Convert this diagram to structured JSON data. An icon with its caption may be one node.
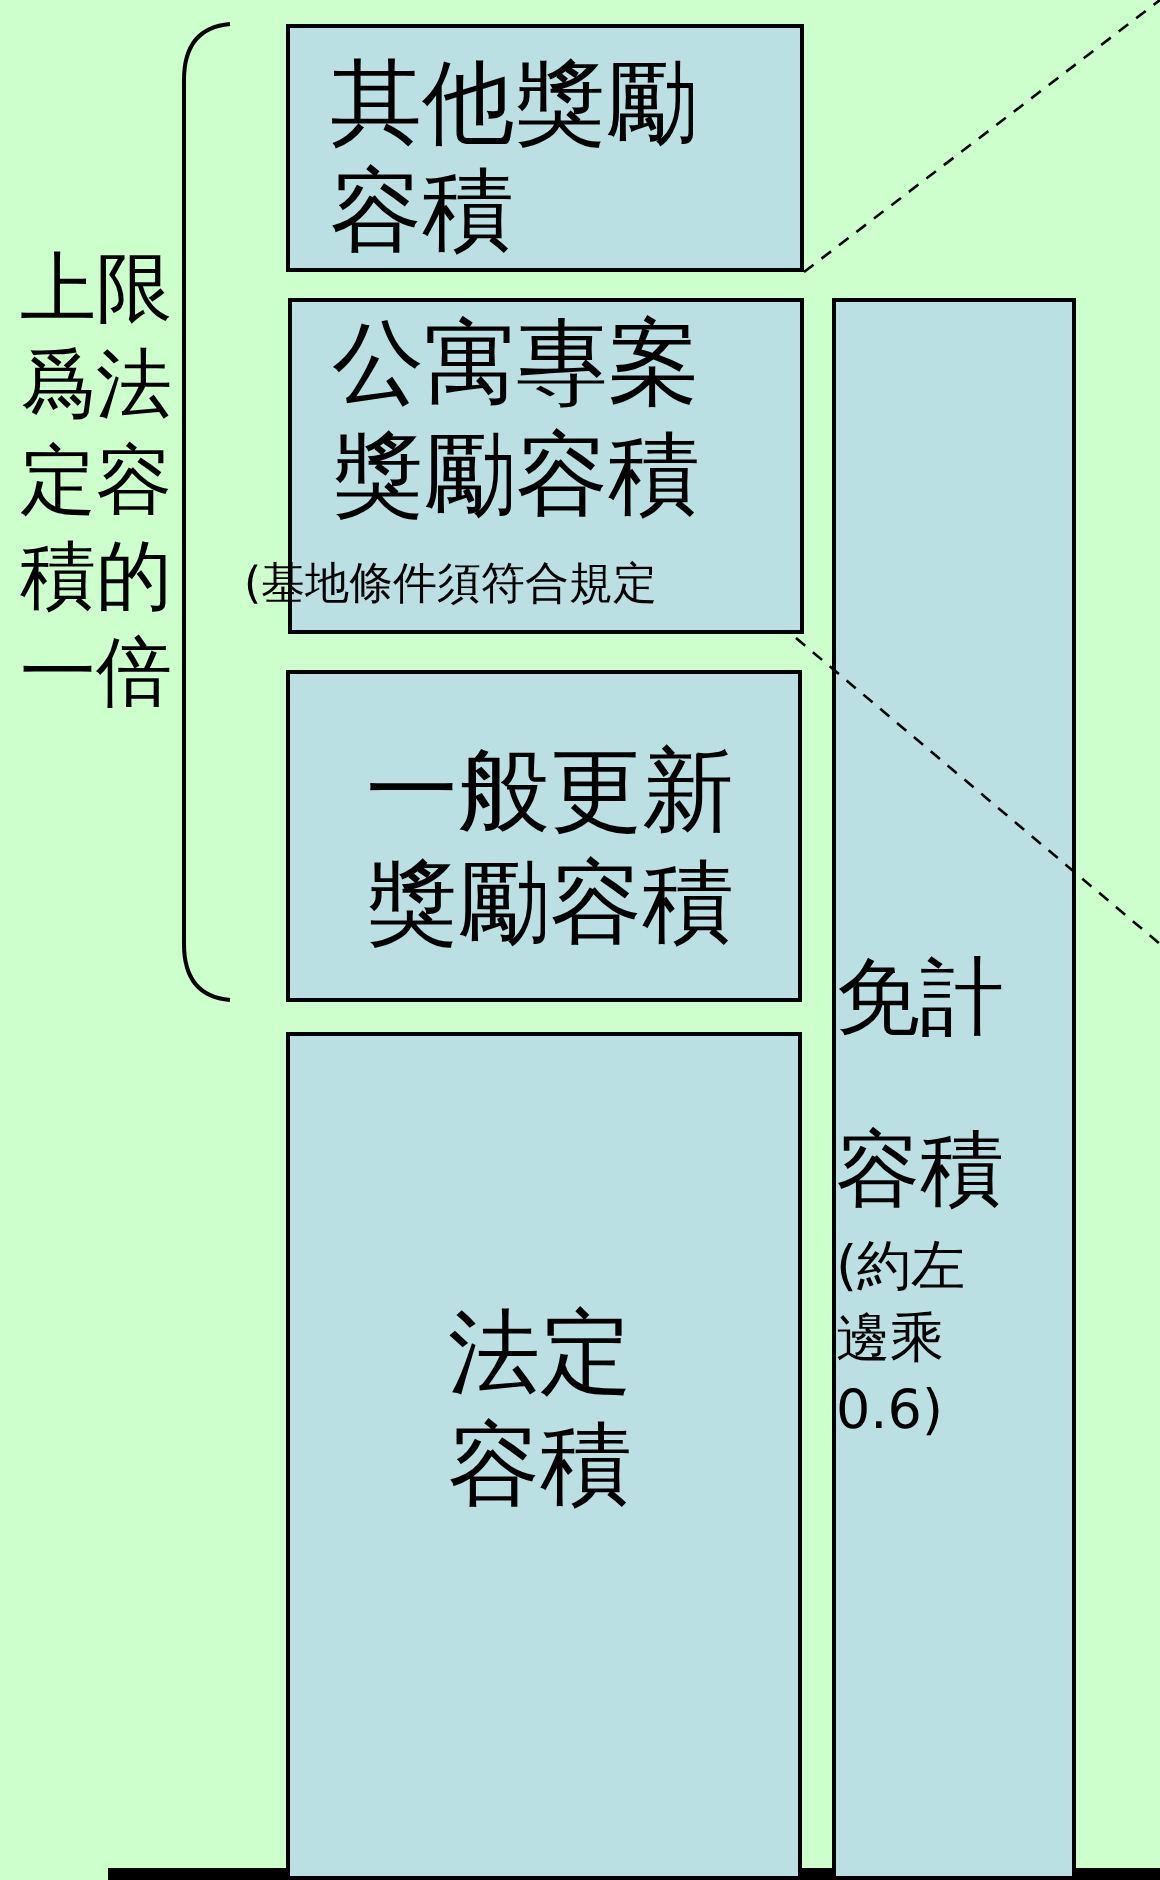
{
  "diagram": {
    "nodes": [
      {
        "text": [
          "其他獎勵容積"
        ]
      },
      {
        "text": [
          "公寓專案獎勵容積",
          "(基地條件須符合規定"
        ]
      },
      {
        "text": [
          "一般更新獎勵容積"
        ]
      },
      {
        "text": [
          "法定容積"
        ]
      },
      {
        "text": [
          "免計容積",
          "(約左邊乘0.6)"
        ]
      }
    ],
    "edges": [
      {
        "from": 1,
        "to": null,
        "arrow": "none",
        "style": "dashed"
      },
      {
        "from": 1,
        "to": null,
        "arrow": "none",
        "style": "dashed"
      }
    ],
    "labels": [
      "上限爲法定容積的一倍"
    ]
  }
}
